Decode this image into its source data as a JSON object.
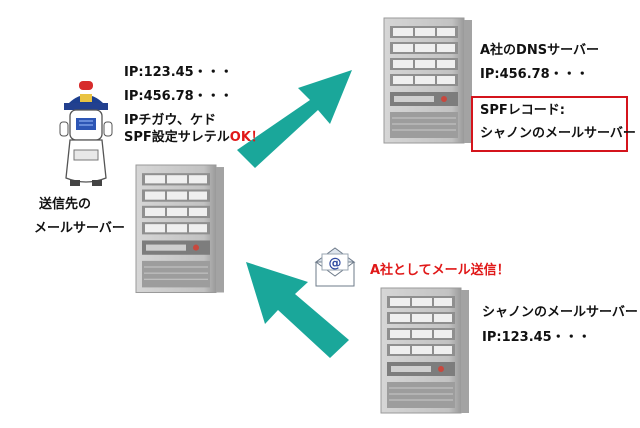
{
  "colors": {
    "arrow": "#1aa79a",
    "server_body": "#b9b9b9",
    "server_dark": "#8a8a8a",
    "accent_red": "#e01818",
    "robot_blue": "#1d3f8f"
  },
  "icons": [
    "robot-police-icon",
    "server-tower-icon",
    "mail-envelope-icon",
    "teal-arrow-icon"
  ],
  "robot_notes": {
    "line1": "IP:123.45・・・",
    "line2": "IP:456.78・・・",
    "line3": "IPチガウ、ケド",
    "line4_prefix": "SPF設定サレテル",
    "line4_ok": "OK！"
  },
  "recipient_server": {
    "label_line1": "送信先の",
    "label_line2": "メールサーバー"
  },
  "dns_server": {
    "title": "A社のDNSサーバー",
    "ip": "IP:456.78・・・",
    "spf_label": "SPFレコード:",
    "spf_value": "シャノンのメールサーバー"
  },
  "sender_server": {
    "title": "シャノンのメールサーバー",
    "ip": "IP:123.45・・・"
  },
  "mail_caption": "A社としてメール送信！"
}
